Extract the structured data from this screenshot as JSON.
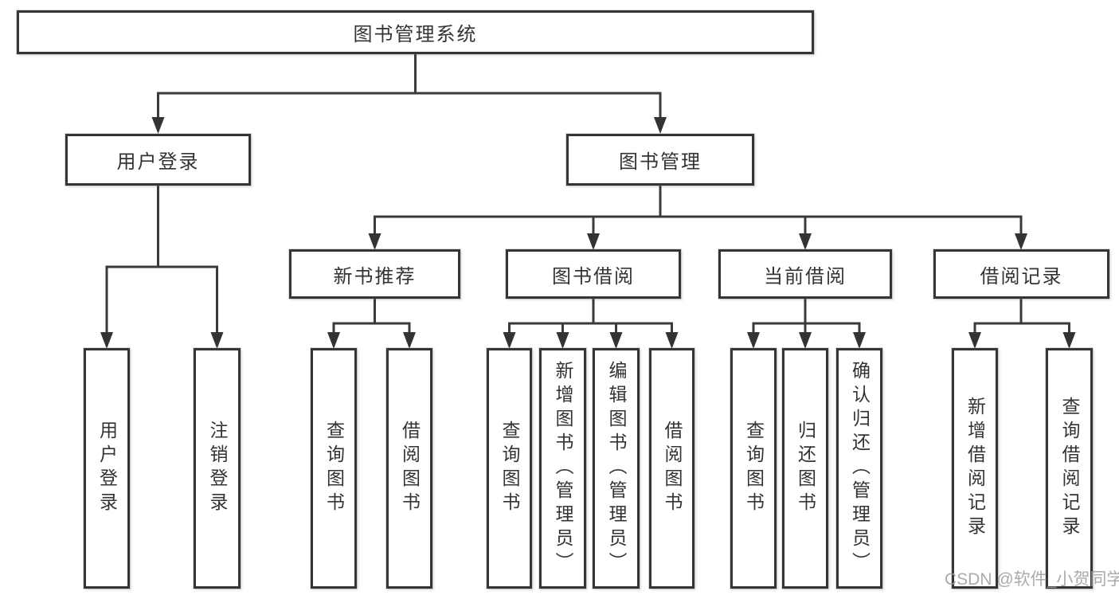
{
  "tree": {
    "root": {
      "label": "图书管理系统",
      "children": [
        {
          "label": "用户登录",
          "children": [
            {
              "label": "用户登录"
            },
            {
              "label": "注销登录"
            }
          ]
        },
        {
          "label": "图书管理",
          "children": [
            {
              "label": "新书推荐",
              "children": [
                {
                  "label": "查询图书"
                },
                {
                  "label": "借阅图书"
                }
              ]
            },
            {
              "label": "图书借阅",
              "children": [
                {
                  "label": "查询图书"
                },
                {
                  "label": "新增图书（管理员）"
                },
                {
                  "label": "编辑图书（管理员）"
                },
                {
                  "label": "借阅图书"
                }
              ]
            },
            {
              "label": "当前借阅",
              "children": [
                {
                  "label": "查询图书"
                },
                {
                  "label": "归还图书"
                },
                {
                  "label": "确认归还（管理员）"
                }
              ]
            },
            {
              "label": "借阅记录",
              "children": [
                {
                  "label": "新增借阅记录"
                },
                {
                  "label": "查询借阅记录"
                }
              ]
            }
          ]
        }
      ]
    }
  },
  "watermark": {
    "text": "CSDN @软件_小贺同学"
  },
  "colors": {
    "line": "#3a3a3a",
    "box_border": "#353535",
    "text": "#333333",
    "watermark": "#9b9b9b",
    "background": "#ffffff"
  }
}
